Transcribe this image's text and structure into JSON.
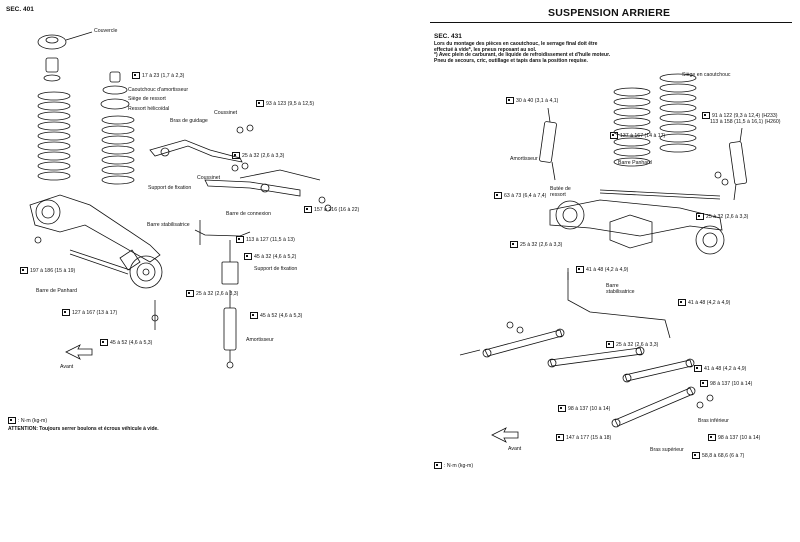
{
  "left": {
    "sec": "SEC. 401",
    "labels": [
      "Couvercle",
      "Caoutchouc d'amortisseur",
      "Siège de ressort",
      "Ressort hélicoïdal",
      "Bras de guidage",
      "Coussinet",
      "Coussinet",
      "Support de fixation",
      "Barre de connexion",
      "Barre stabilisatrice",
      "Support de fixation",
      "Barre de Panhard",
      "Amortisseur",
      "Avant"
    ],
    "torques": [
      "17 à 23 (1,7 à 2,3)",
      "93 à 123 (9,5 à 12,5)",
      "25 à 32 (2,6 à 3,3)",
      "157 à 216 (16 à 22)",
      "113 à 127 (11,5 à 13)",
      "45 à 32 (4,6 à 5,2)",
      "25 à 32 (2,6 à 3,3)",
      "45 à 52 (4,6 à 5,3)",
      "197 à 186 (15 à 19)",
      "127 à 167 (13 à 17)",
      "45 à 52 (4,6 à 5,3)"
    ],
    "legend": ": N·m (kg-m)",
    "attention": "ATTENTION: Toujours serrer boulons et écrous véhicule à vide."
  },
  "right": {
    "title": "SUSPENSION ARRIERE",
    "sec": "SEC. 431",
    "note": "Lors du montage des pièces en caoutchouc, le serrage final doit être effectué à vide*, les pneus reposant au sol.\n*) Avec plein de carburant, de liquide de refroidissement et d'huile moteur. Pneu de secours, cric, outillage et tapis dans la position requise.",
    "labels": [
      "Siège en caoutchouc",
      "Amortisseur",
      "Barre Panhard",
      "Butée de ressort",
      "Barre stabilisatrice",
      "Bras inférieur",
      "Bras supérieur",
      "Avant"
    ],
    "torques": [
      "30 à 40 (3,1 à 4,1)",
      "91 à 122 (9,3 à 12,4) (H233)",
      "113 à 158 (11,5 à 16,1) (H260)",
      "137 à 167 (14 à 17)",
      "63 à 73 (6,4 à 7,4)",
      "25 à 32 (2,6 à 3,3)",
      "25 à 32 (2,6 à 3,3)",
      "41 à 48 (4,2 à 4,9)",
      "41 à 48 (4,2 à 4,9)",
      "25 à 32 (2,6 à 3,3)",
      "41 à 48 (4,2 à 4,9)",
      "98 à 137 (10 à 14)",
      "98 à 137 (10 à 14)",
      "98 à 137 (10 à 14)",
      "147 à 177 (15 à 18)",
      "58,8 à 68,6 (6 à 7)"
    ],
    "legend": ": N·m (kg-m)"
  }
}
